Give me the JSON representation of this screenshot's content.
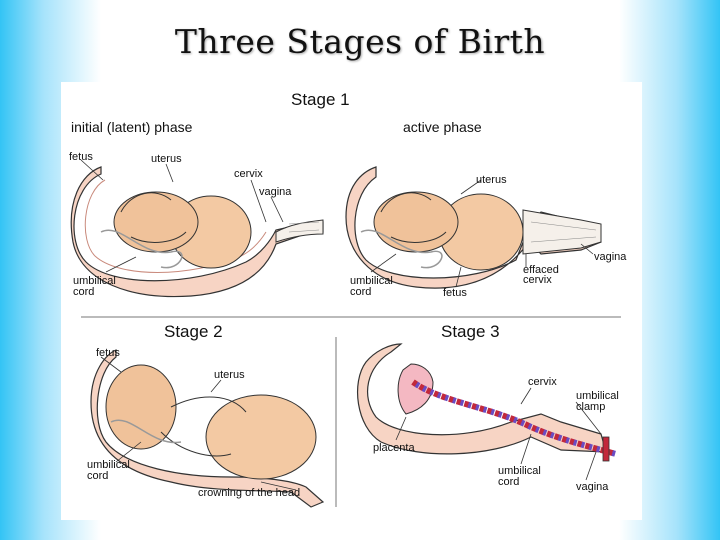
{
  "title": "Three Stages of Birth",
  "figure": {
    "stage1": {
      "heading": "Stage 1",
      "phase_left": "initial (latent) phase",
      "phase_right": "active phase",
      "left_labels": {
        "fetus": "fetus",
        "uterus": "uterus",
        "cervix": "cervix",
        "vagina": "vagina",
        "umbilical": "umbilical",
        "cord": "cord"
      },
      "right_labels": {
        "uterus": "uterus",
        "vagina": "vagina",
        "umbilical": "umbilical",
        "cord": "cord",
        "effaced": "effaced",
        "cervix": "cervix",
        "fetus": "fetus"
      }
    },
    "stage2": {
      "heading": "Stage 2",
      "labels": {
        "fetus": "fetus",
        "uterus": "uterus",
        "umbilical": "umbilical",
        "cord": "cord",
        "crowning": "crowning of the head"
      }
    },
    "stage3": {
      "heading": "Stage 3",
      "labels": {
        "cervix": "cervix",
        "umbilical_clamp_1": "umbilical",
        "umbilical_clamp_2": "clamp",
        "placenta": "placenta",
        "umbilical": "umbilical",
        "cord": "cord",
        "vagina": "vagina"
      }
    }
  },
  "colors": {
    "skin": "#f3c9a3",
    "uterus_wall": "#e8a08f",
    "cord_red": "#c2283b",
    "cord_blue": "#6a4bc2",
    "placenta": "#f4b8c2"
  }
}
